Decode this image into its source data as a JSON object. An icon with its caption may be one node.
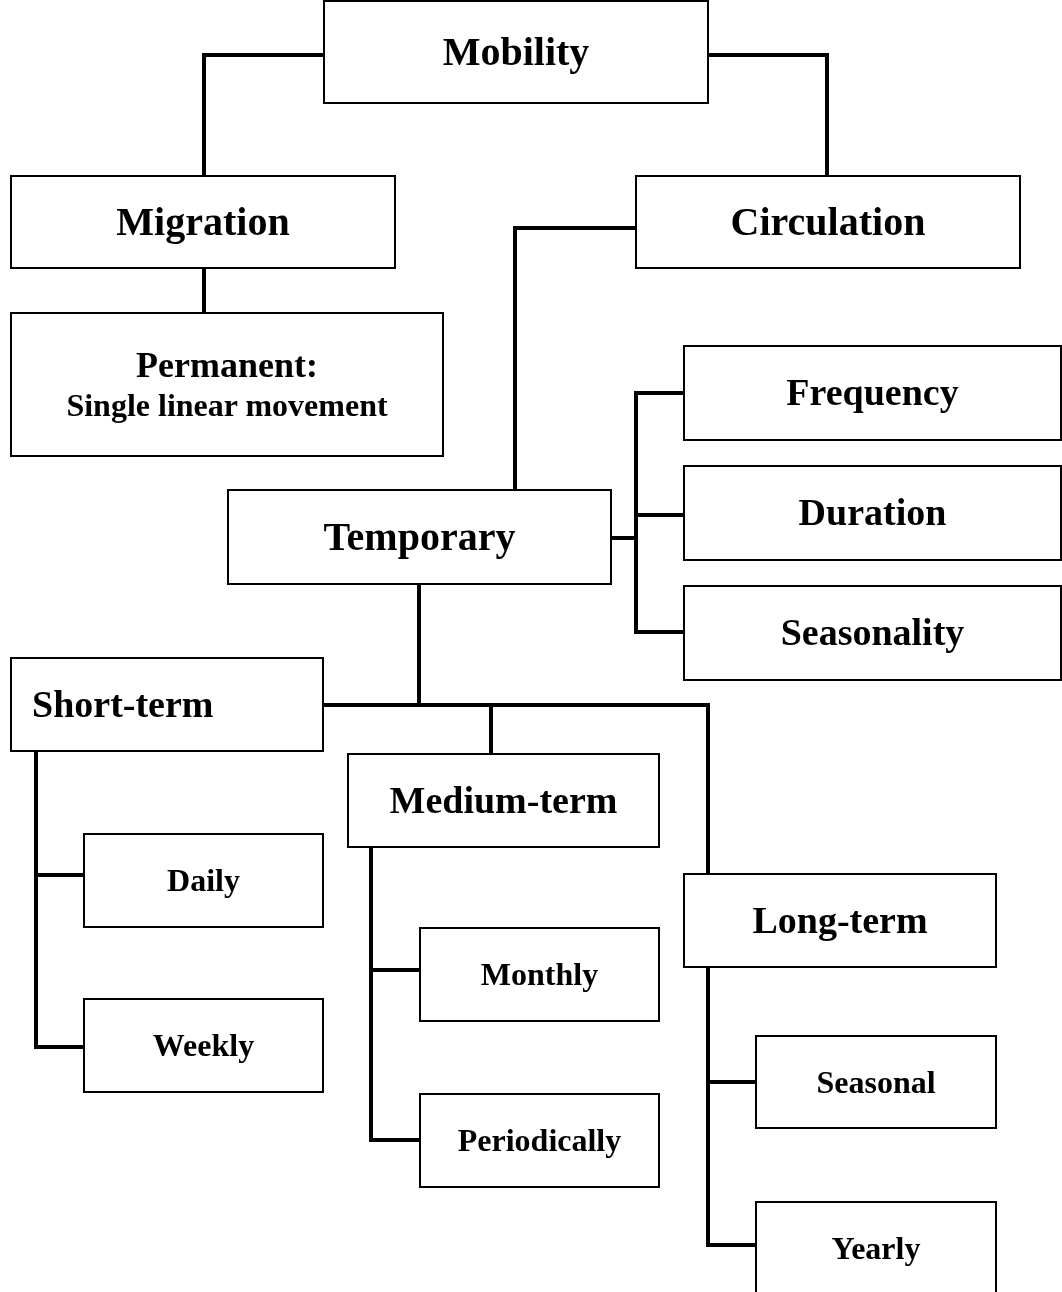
{
  "diagram": {
    "nodes": [
      {
        "text": [
          "Mobility"
        ]
      },
      {
        "text": [
          "Migration"
        ]
      },
      {
        "text": [
          "Circulation"
        ]
      },
      {
        "text": [
          "Permanent:",
          "Single linear movement"
        ]
      },
      {
        "text": [
          "Temporary"
        ]
      },
      {
        "text": [
          "Frequency"
        ]
      },
      {
        "text": [
          "Duration"
        ]
      },
      {
        "text": [
          "Seasonality"
        ]
      },
      {
        "text": [
          "Short-term"
        ]
      },
      {
        "text": [
          "Medium-term"
        ]
      },
      {
        "text": [
          "Long-term"
        ]
      },
      {
        "text": [
          "Daily"
        ]
      },
      {
        "text": [
          "Weekly"
        ]
      },
      {
        "text": [
          "Monthly"
        ]
      },
      {
        "text": [
          "Periodically"
        ]
      },
      {
        "text": [
          "Seasonal"
        ]
      },
      {
        "text": [
          "Yearly"
        ]
      }
    ],
    "edges": [
      {
        "from": 0,
        "to": 1,
        "arrow": "none"
      },
      {
        "from": 0,
        "to": 2,
        "arrow": "none"
      },
      {
        "from": 1,
        "to": 3,
        "arrow": "none"
      },
      {
        "from": 2,
        "to": 4,
        "arrow": "none"
      },
      {
        "from": 4,
        "to": 5,
        "arrow": "none"
      },
      {
        "from": 4,
        "to": 6,
        "arrow": "none"
      },
      {
        "from": 4,
        "to": 7,
        "arrow": "none"
      },
      {
        "from": 4,
        "to": 8,
        "arrow": "none"
      },
      {
        "from": 4,
        "to": 9,
        "arrow": "none"
      },
      {
        "from": 4,
        "to": 10,
        "arrow": "none"
      },
      {
        "from": 8,
        "to": 11,
        "arrow": "none"
      },
      {
        "from": 8,
        "to": 12,
        "arrow": "none"
      },
      {
        "from": 9,
        "to": 13,
        "arrow": "none"
      },
      {
        "from": 9,
        "to": 14,
        "arrow": "none"
      },
      {
        "from": 10,
        "to": 15,
        "arrow": "none"
      },
      {
        "from": 10,
        "to": 16,
        "arrow": "none"
      }
    ]
  }
}
